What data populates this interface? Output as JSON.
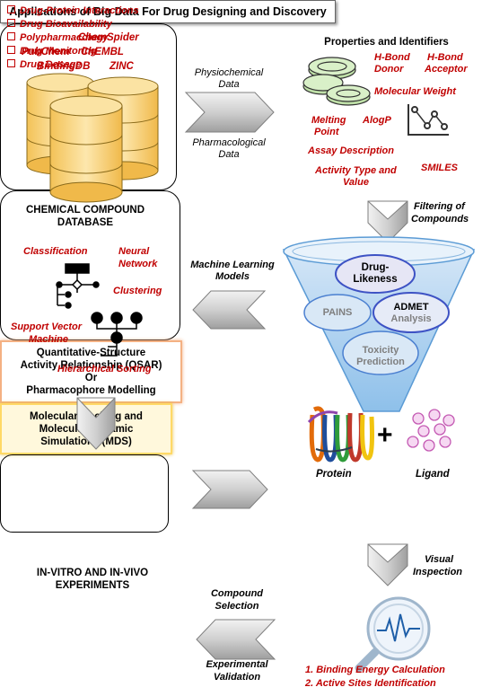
{
  "title": "Applications of Big Data For Drug Designing and Discovery",
  "database": {
    "names": [
      "ChemSpider",
      "PubChem",
      "ChEMBL",
      "BindingDB",
      "ZINC"
    ],
    "caption_line1": "CHEMICAL COMPOUND",
    "caption_line2": "DATABASE"
  },
  "arrow1": {
    "top_line1": "Physiochemical",
    "top_line2": "Data",
    "bottom_line1": "Pharmacological",
    "bottom_line2": "Data"
  },
  "properties": {
    "title": "Properties and Identifiers",
    "hbond_donor_1": "H-Bond",
    "hbond_donor_2": "Donor",
    "hbond_acceptor_1": "H-Bond",
    "hbond_acceptor_2": "Acceptor",
    "molecular_weight": "Molecular Weight",
    "melting_1": "Melting",
    "melting_2": "Point",
    "alogp": "AlogP",
    "assay": "Assay Description",
    "activity_1": "Activity Type and",
    "activity_2": "Value",
    "smiles": "SMILES"
  },
  "filtering": {
    "line1": "Filtering of",
    "line2": "Compounds"
  },
  "funnel": {
    "drug_1": "Drug-",
    "drug_2": "Likeness",
    "pains": "PAINS",
    "admet_1": "ADMET",
    "admet_2": "Analysis",
    "toxicity_1": "Toxicity",
    "toxicity_2": "Prediction"
  },
  "ml_arrow": {
    "line1": "Machine Learning",
    "line2": "Models"
  },
  "ml": {
    "classification": "Classification",
    "neural_1": "Neural",
    "neural_2": "Network",
    "clustering": "Clustering",
    "svm_1": "Support Vector",
    "svm_2": "Machine",
    "hierarchical": "Hierarchical Sorting"
  },
  "qsar": {
    "line1": "Quantitative-Structure",
    "line2": "Activity Relationship (QSAR)",
    "line3": "Or",
    "line4": "Pharmacophore Modelling"
  },
  "docking": {
    "protein": "Protein",
    "plus": "+",
    "ligand": "Ligand"
  },
  "mds": {
    "line1": "Molecular Docking and",
    "line2": "Molecular Dynamic",
    "line3": "Simulations (MDS)"
  },
  "visual": {
    "line1": "Visual",
    "line2": "Inspection"
  },
  "results": {
    "item1": "1.  Binding Energy Calculation",
    "item2": "2.  Active Sites Identification"
  },
  "compound_selection": {
    "line1": "Compound",
    "line2": "Selection"
  },
  "experimental_validation": {
    "line1": "Experimental",
    "line2": "Validation"
  },
  "experiments": {
    "heading_1": "IN-VITRO AND IN-VIVO",
    "heading_2": "EXPERIMENTS",
    "items": [
      "Drug-Protein Interactions",
      "Drug Bioavailability",
      "Polypharmacology",
      "Drug Monitoring",
      "Drug Dosage"
    ]
  },
  "colors": {
    "accent_red": "#c00000",
    "cylinder_gold": "#f5c95c",
    "funnel_blue": "#5b9bd5",
    "qsar_border": "#f4b183",
    "mds_border": "#ffd966"
  }
}
